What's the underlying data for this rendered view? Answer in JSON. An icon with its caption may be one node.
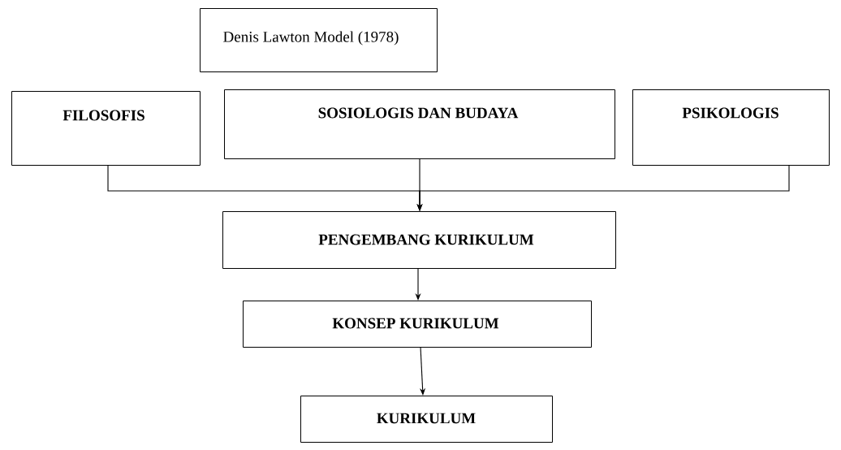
{
  "diagram": {
    "nodes": [
      {
        "text": [
          "Denis Lawton Model (1978)"
        ]
      },
      {
        "text": [
          "FILOSOFIS"
        ]
      },
      {
        "text": [
          "SOSIOLOGIS DAN BUDAYA"
        ]
      },
      {
        "text": [
          "PSIKOLOGIS"
        ]
      },
      {
        "text": [
          "PENGEMBANG KURIKULUM"
        ]
      },
      {
        "text": [
          "KONSEP KURIKULUM"
        ]
      },
      {
        "text": [
          "KURIKULUM"
        ]
      }
    ],
    "edges": [
      {
        "from": 1,
        "to": 4,
        "arrow": "to"
      },
      {
        "from": 2,
        "to": 4,
        "arrow": "to"
      },
      {
        "from": 3,
        "to": 4,
        "arrow": "to"
      },
      {
        "from": 4,
        "to": 5,
        "arrow": "to"
      },
      {
        "from": 5,
        "to": 6,
        "arrow": "to"
      }
    ]
  }
}
